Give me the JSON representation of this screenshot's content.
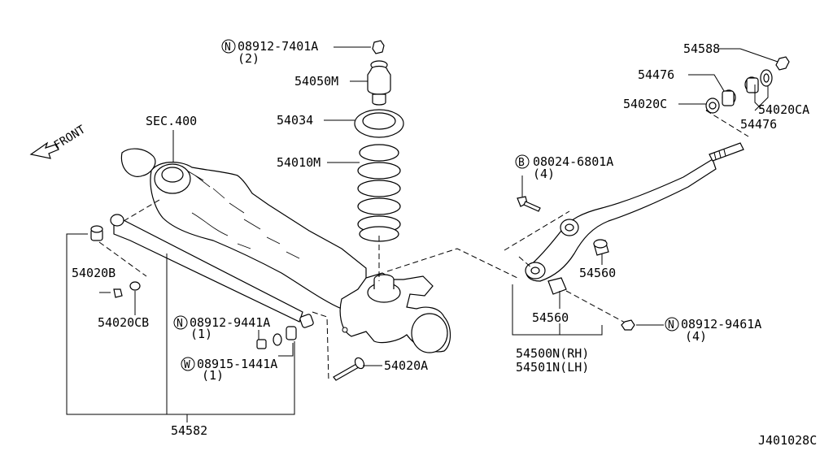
{
  "figure_code": "J401028C",
  "front_label": "FRONT",
  "sec_label": "SEC.400",
  "callouts": [
    {
      "id": "nut_top",
      "prefix": "N",
      "part": "08912-7401A",
      "qty": "(2)"
    },
    {
      "id": "bumper",
      "part": "54050M"
    },
    {
      "id": "seat",
      "part": "54034"
    },
    {
      "id": "spring",
      "part": "54010M"
    },
    {
      "id": "bolt_arm",
      "prefix": "B",
      "part": "08024-6801A",
      "qty": "(4)"
    },
    {
      "id": "nut_rod",
      "part": "54588"
    },
    {
      "id": "bush_rod_a",
      "part": "54476"
    },
    {
      "id": "bush_rod_b",
      "part": "54020C"
    },
    {
      "id": "bush_rod_c",
      "part": "54020CA"
    },
    {
      "id": "bush_rod_d",
      "part": "54476"
    },
    {
      "id": "bush_arm_upper",
      "part": "54560"
    },
    {
      "id": "bush_arm_lower",
      "part": "54560"
    },
    {
      "id": "nut_arm",
      "prefix": "N",
      "part": "08912-9461A",
      "qty": "(4)"
    },
    {
      "id": "arm_rh",
      "part": "54500N(RH)"
    },
    {
      "id": "arm_lh",
      "part": "54501N(LH)"
    },
    {
      "id": "bolt_lower",
      "part": "54020A"
    },
    {
      "id": "bush_stab_b",
      "part": "54020B"
    },
    {
      "id": "bush_stab_cb",
      "part": "54020CB"
    },
    {
      "id": "nut_stab",
      "prefix": "N",
      "part": "08912-9441A",
      "qty": "(1)"
    },
    {
      "id": "washer_stab",
      "prefix": "W",
      "part": "08915-1441A",
      "qty": "(1)"
    },
    {
      "id": "stabilizer",
      "part": "54582"
    }
  ]
}
